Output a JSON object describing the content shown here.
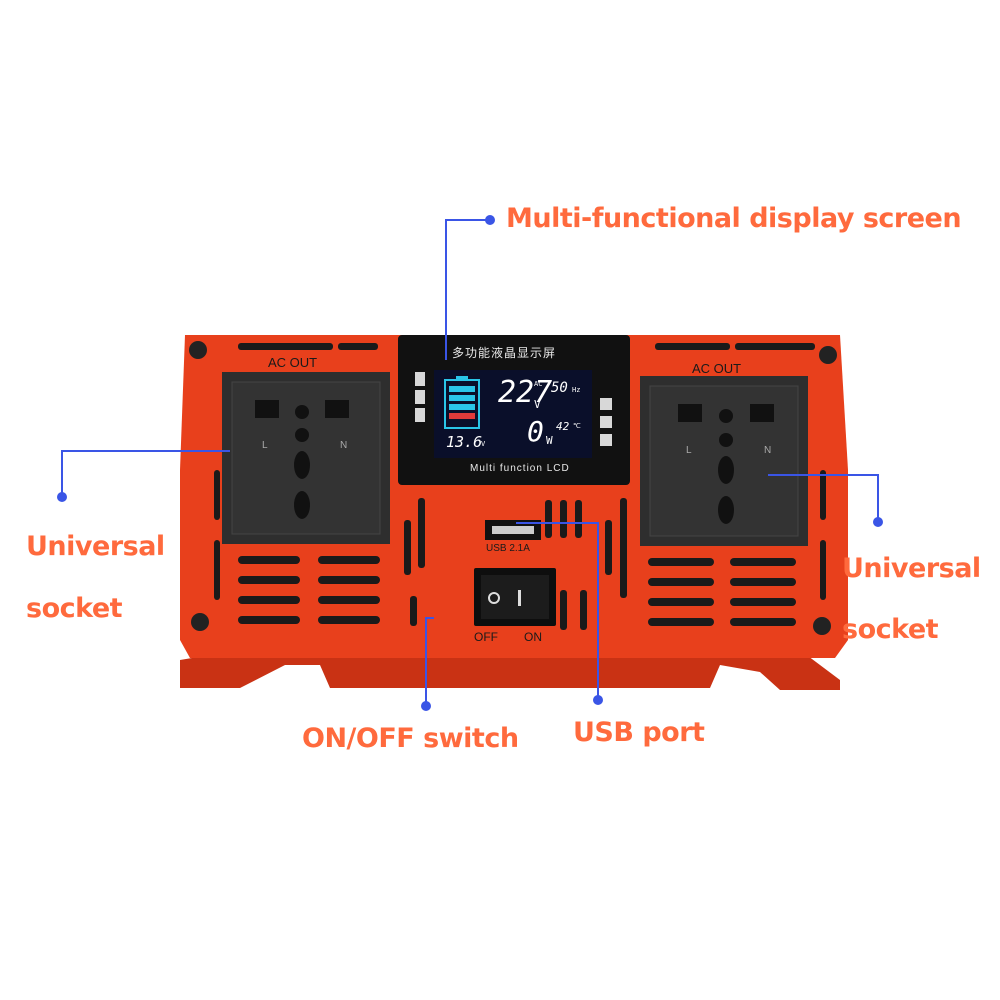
{
  "callouts": {
    "display": "Multi-functional display screen",
    "socket_left_line1": "Universal",
    "socket_left_line2": "socket",
    "socket_right_line1": "Universal",
    "socket_right_line2": "socket",
    "switch": "ON/OFF switch",
    "usb": "USB port"
  },
  "device": {
    "ac_out_left": "AC OUT",
    "ac_out_right": "AC OUT",
    "socket_l": "L",
    "socket_n": "N",
    "lcd_header": "多功能液晶显示屏",
    "lcd_footer": "Multi function LCD",
    "usb_label": "USB 2.1A",
    "off_label": "OFF",
    "on_label": "ON"
  },
  "lcd": {
    "ac_voltage": "227",
    "ac_voltage_unit": "V",
    "ac_tag": "AC",
    "frequency": "50",
    "frequency_unit": "Hz",
    "dc_voltage": "13.6",
    "dc_voltage_unit": "V",
    "power": "0",
    "power_unit": "W",
    "temperature": "42",
    "temperature_unit": "℃",
    "battery_level": 1.0
  },
  "colors": {
    "body": "#e8401c",
    "callout_text": "#ff6a3d",
    "leader_line": "#3a55e6",
    "socket": "#2b2b2b"
  }
}
